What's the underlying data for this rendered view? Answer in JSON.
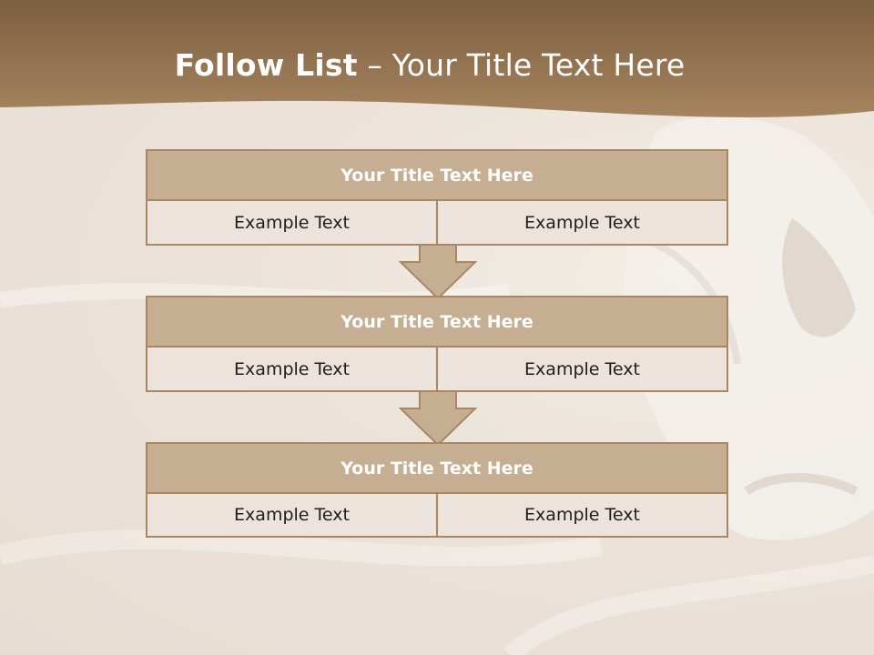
{
  "header": {
    "title_bold": "Follow List",
    "title_rest": "– Your Title Text Here"
  },
  "blocks": [
    {
      "title": "Your Title Text Here",
      "left": "Example Text",
      "right": "Example Text"
    },
    {
      "title": "Your Title Text Here",
      "left": "Example Text",
      "right": "Example Text"
    },
    {
      "title": "Your Title Text Here",
      "left": "Example Text",
      "right": "Example Text"
    }
  ],
  "colors": {
    "header_band": "#8a6b49",
    "block_title_fill": "#c5ae92",
    "block_border": "#a98762",
    "cell_fill": "#ebe3dc",
    "arrow_fill": "#c5ae92"
  }
}
